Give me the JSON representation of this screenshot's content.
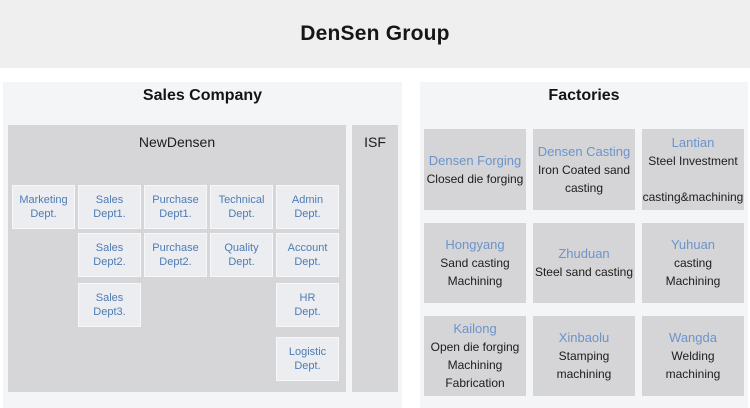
{
  "header": {
    "title": "DenSen Group"
  },
  "sales_company": {
    "title": "Sales Company",
    "newdensen": {
      "title": "NewDensen",
      "departments": [
        {
          "lines": [
            "Marketing",
            "Dept."
          ]
        },
        {
          "lines": [
            "Sales",
            "Dept1."
          ]
        },
        {
          "lines": [
            "Purchase",
            "Dept1."
          ]
        },
        {
          "lines": [
            "Technical",
            "Dept."
          ]
        },
        {
          "lines": [
            "Admin",
            "Dept."
          ]
        },
        {
          "lines": [
            "Sales",
            "Dept2."
          ]
        },
        {
          "lines": [
            "Purchase",
            "Dept2."
          ]
        },
        {
          "lines": [
            "Quality",
            "Dept."
          ]
        },
        {
          "lines": [
            "Account",
            "Dept."
          ]
        },
        {
          "lines": [
            "Sales",
            "Dept3."
          ]
        },
        {
          "lines": [
            "HR",
            "Dept."
          ]
        },
        {
          "lines": [
            "Logistic",
            "Dept."
          ]
        }
      ]
    },
    "isf": {
      "title": "ISF"
    }
  },
  "factories": {
    "title": "Factories",
    "items": [
      {
        "name": "Densen Forging",
        "lines": [
          "Closed die forging"
        ]
      },
      {
        "name": "Densen Casting",
        "lines": [
          "Iron Coated sand",
          "casting"
        ]
      },
      {
        "name": "Lantian",
        "lines": [
          "Steel Investment",
          "",
          "casting&machining"
        ]
      },
      {
        "name": "Hongyang",
        "lines": [
          "Sand casting",
          "Machining"
        ]
      },
      {
        "name": "Zhuduan",
        "lines": [
          "Steel sand casting"
        ]
      },
      {
        "name": "Yuhuan",
        "lines": [
          "casting",
          "Machining"
        ]
      },
      {
        "name": "Kailong",
        "lines": [
          "Open die forging",
          "Machining",
          "Fabrication"
        ]
      },
      {
        "name": "Xinbaolu",
        "lines": [
          "Stamping",
          "machining"
        ]
      },
      {
        "name": "Wangda",
        "lines": [
          "Welding",
          "machining"
        ]
      }
    ]
  },
  "colors": {
    "header_gray": "#efefef",
    "panel_gray": "#f4f5f6",
    "group_box_gray": "#d6d6d8",
    "dept_box_gray": "#ecedf1",
    "card_gray": "#d5d5d7",
    "dept_text_blue": "#4d7cb3",
    "factory_name_blue": "#6b94ca",
    "text_dark": "#1c1c1c"
  }
}
